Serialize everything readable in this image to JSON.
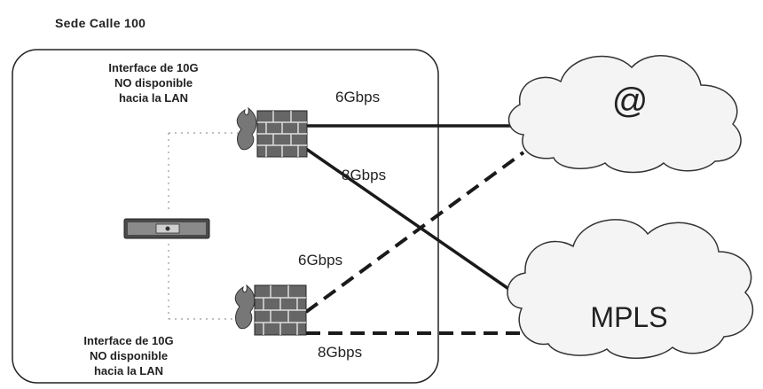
{
  "site": {
    "title": "Sede Calle 100",
    "note_top": [
      "Interface de 10G",
      "NO disponible",
      "hacia la LAN"
    ],
    "note_bottom": [
      "Interface de 10G",
      "NO disponible",
      "hacia la LAN"
    ]
  },
  "links": {
    "fw1_internet": "6Gbps",
    "fw1_mpls": "8Gbps",
    "fw2_internet": "6Gbps",
    "fw2_mpls": "8Gbps"
  },
  "clouds": {
    "internet": "@",
    "mpls": "MPLS"
  },
  "icons": {
    "firewall_top": "firewall-icon",
    "firewall_bottom": "firewall-icon",
    "switch": "switch-icon",
    "cloud_internet": "cloud-icon",
    "cloud_mpls": "cloud-icon"
  },
  "colors": {
    "line": "#1a1a1a",
    "cloud_fill": "#f4f4f4",
    "device": "#555555"
  }
}
